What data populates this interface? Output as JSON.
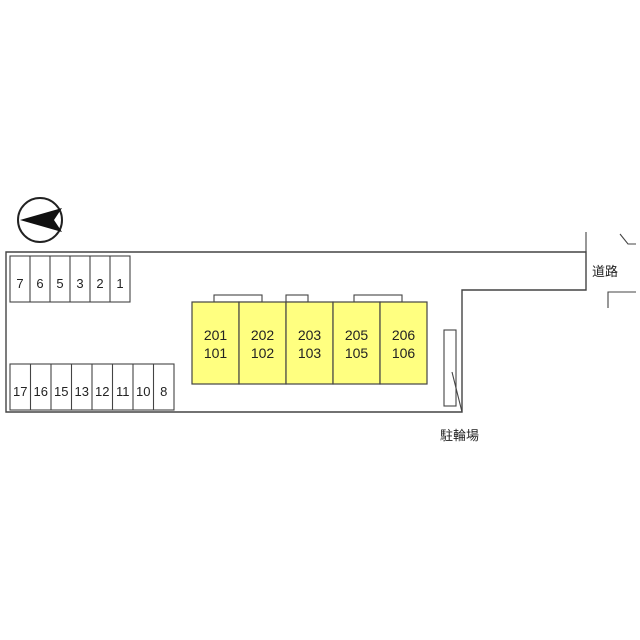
{
  "colors": {
    "building_fill": "#ffff80",
    "line": "#444444",
    "background": "#ffffff"
  },
  "compass": {
    "icon": "north-arrow-icon",
    "direction": "left"
  },
  "parking_top": [
    "7",
    "6",
    "5",
    "3",
    "2",
    "1"
  ],
  "parking_bottom": [
    "17",
    "16",
    "15",
    "13",
    "12",
    "11",
    "10",
    "8"
  ],
  "units": [
    {
      "upper": "201",
      "lower": "101"
    },
    {
      "upper": "202",
      "lower": "102"
    },
    {
      "upper": "203",
      "lower": "103"
    },
    {
      "upper": "205",
      "lower": "105"
    },
    {
      "upper": "206",
      "lower": "106"
    }
  ],
  "labels": {
    "road": "道路",
    "bicycle_parking": "駐輪場"
  }
}
